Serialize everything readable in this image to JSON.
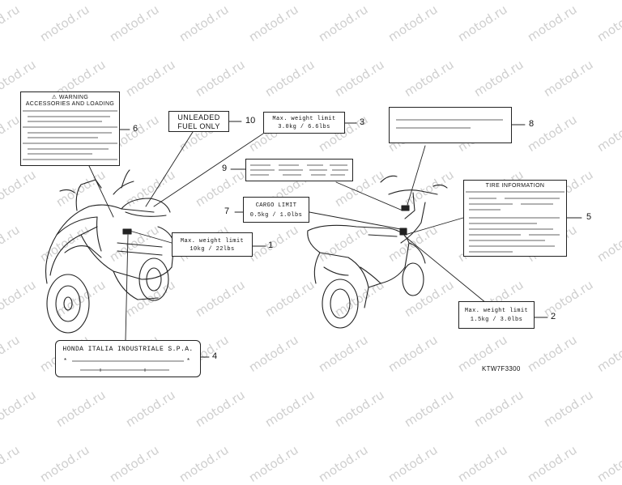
{
  "watermark": "motod.ru",
  "diagram_code": "KTW7F3300",
  "labels": {
    "l1": {
      "number": "1",
      "line1": "Max. weight limit",
      "line2": "10kg / 22lbs"
    },
    "l2": {
      "number": "2",
      "line1": "Max. weight limit",
      "line2": "1.5kg / 3.0lbs"
    },
    "l3": {
      "number": "3",
      "line1": "Max. weight limit",
      "line2": "3.0kg / 6.6lbs"
    },
    "l4": {
      "number": "4",
      "line1": "HONDA ITALIA INDUSTRIALE S.P.A."
    },
    "l5": {
      "number": "5",
      "title": "TIRE INFORMATION"
    },
    "l6": {
      "number": "6",
      "line1": "⚠ WARNING",
      "line2": "ACCESSORIES AND LOADING"
    },
    "l7": {
      "number": "7",
      "line1": "CARGO LIMIT",
      "line2": "0.5kg / 1.0lbs"
    },
    "l8": {
      "number": "8"
    },
    "l9": {
      "number": "9"
    },
    "l10": {
      "number": "10",
      "line1": "UNLEADED",
      "line2": "FUEL ONLY"
    }
  }
}
